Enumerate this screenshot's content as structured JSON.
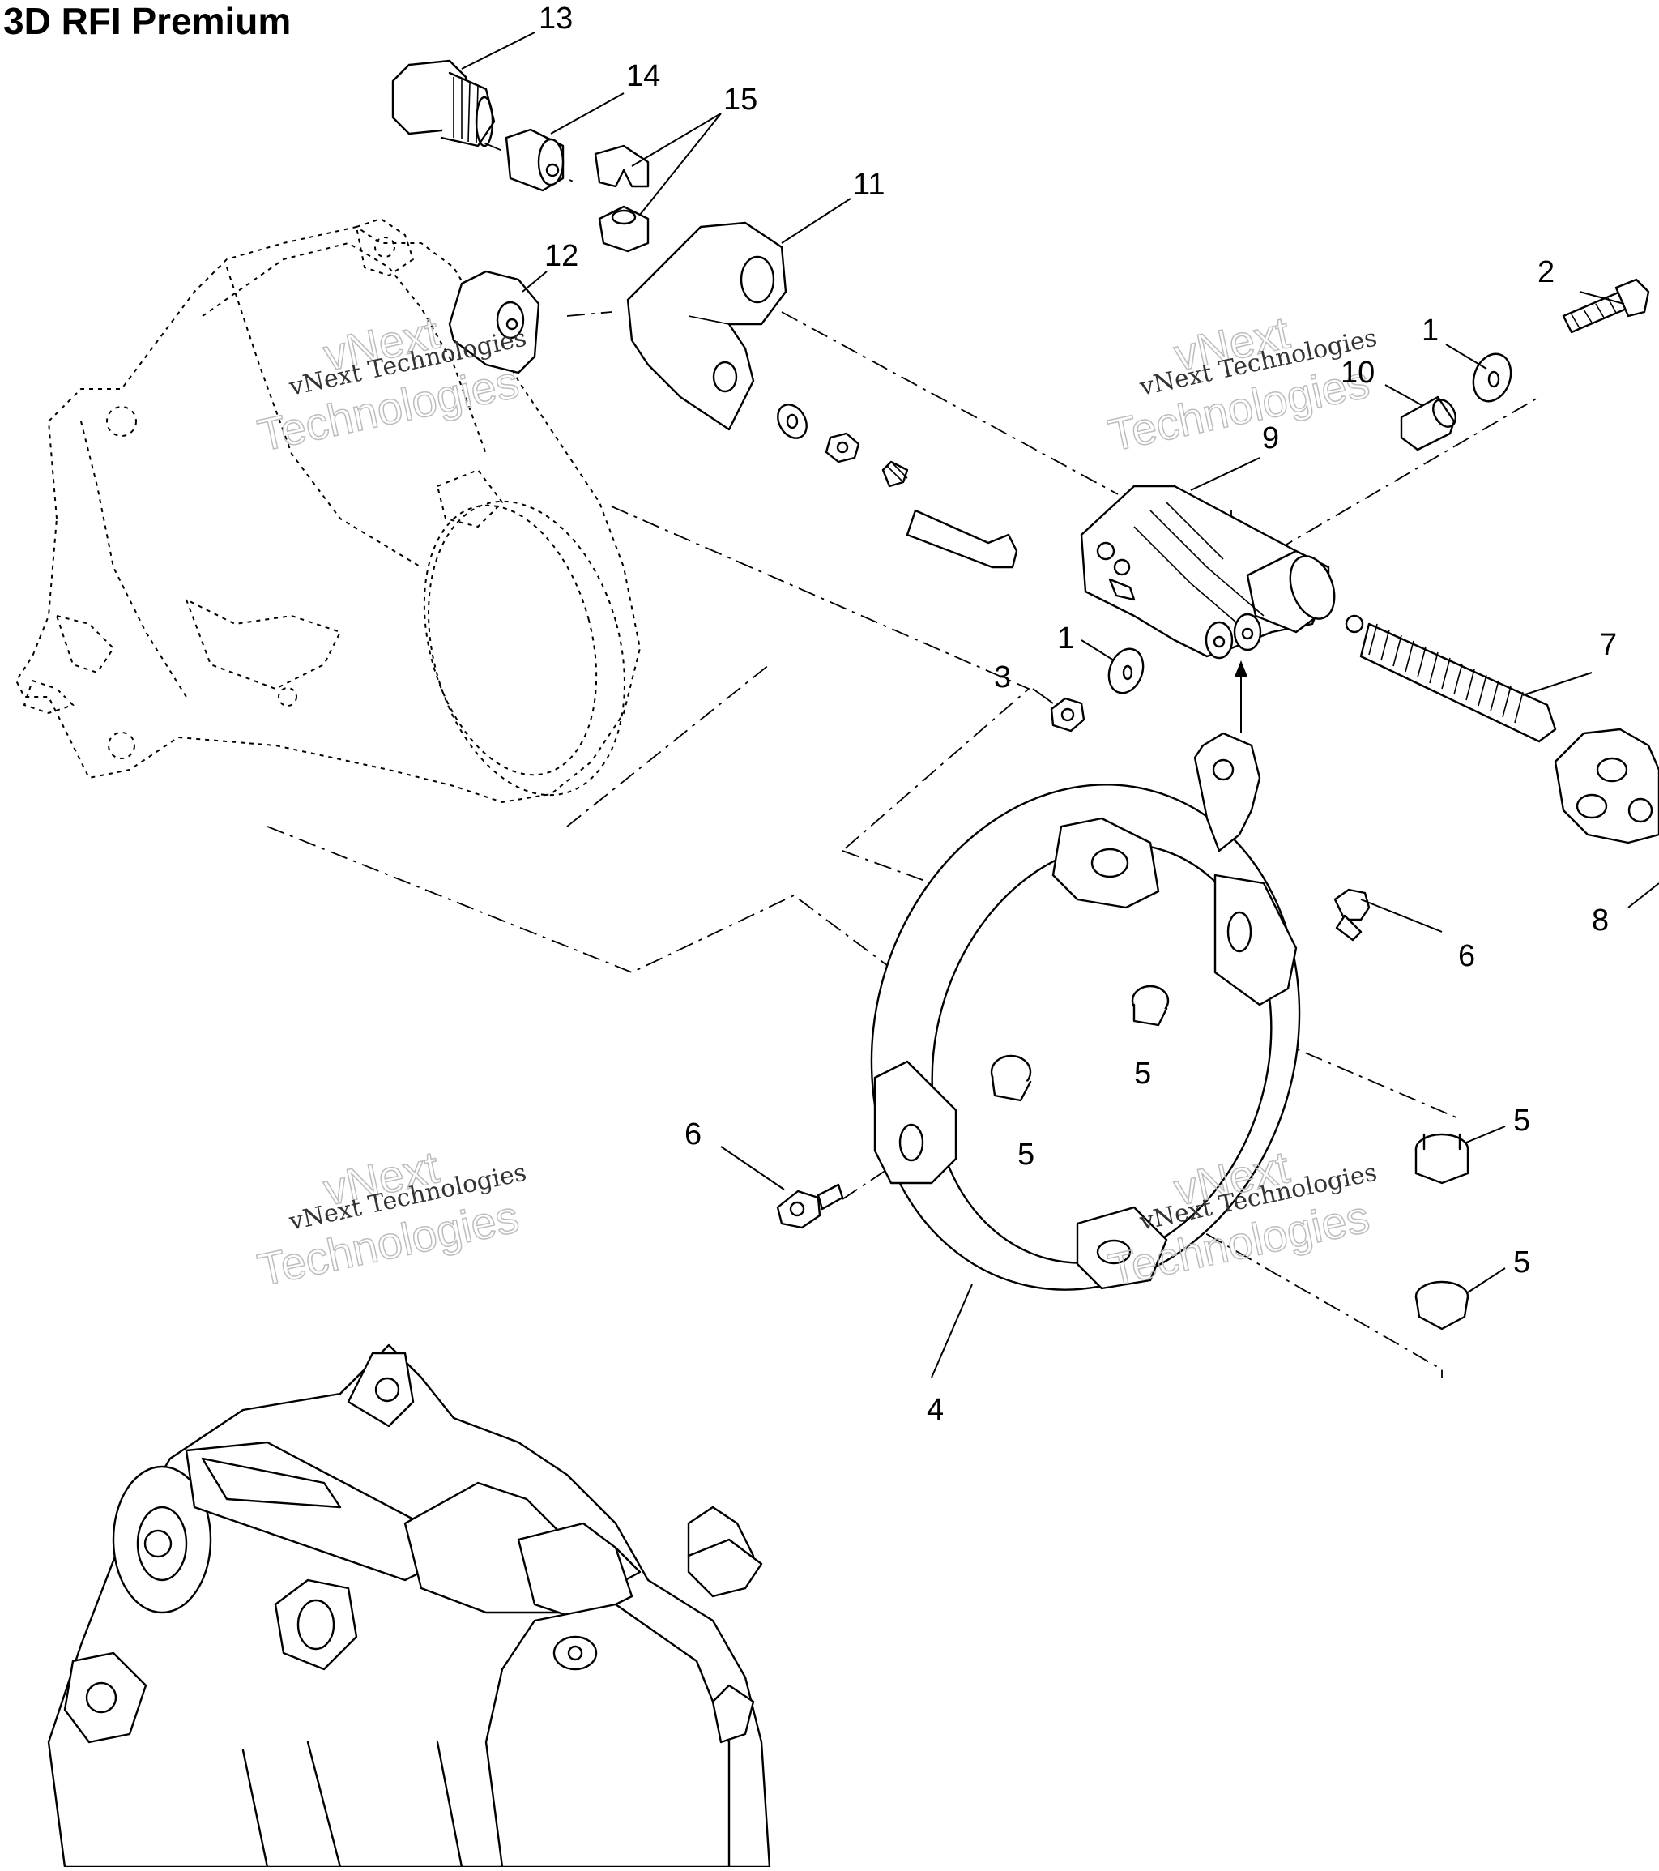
{
  "title": "3D RFI Premium",
  "callouts": {
    "c1a": "1",
    "c1b": "1",
    "c2": "2",
    "c3": "3",
    "c4": "4",
    "c5a": "5",
    "c5b": "5",
    "c5c": "5",
    "c5d": "5",
    "c6a": "6",
    "c6b": "6",
    "c7": "7",
    "c8": "8",
    "c9": "9",
    "c10": "10",
    "c11": "11",
    "c12": "12",
    "c13": "13",
    "c14": "14",
    "c15": "15"
  },
  "watermark": {
    "line_small": "vNext Technologies",
    "line_big_a": "vNext",
    "line_big_b": "Technologies"
  }
}
